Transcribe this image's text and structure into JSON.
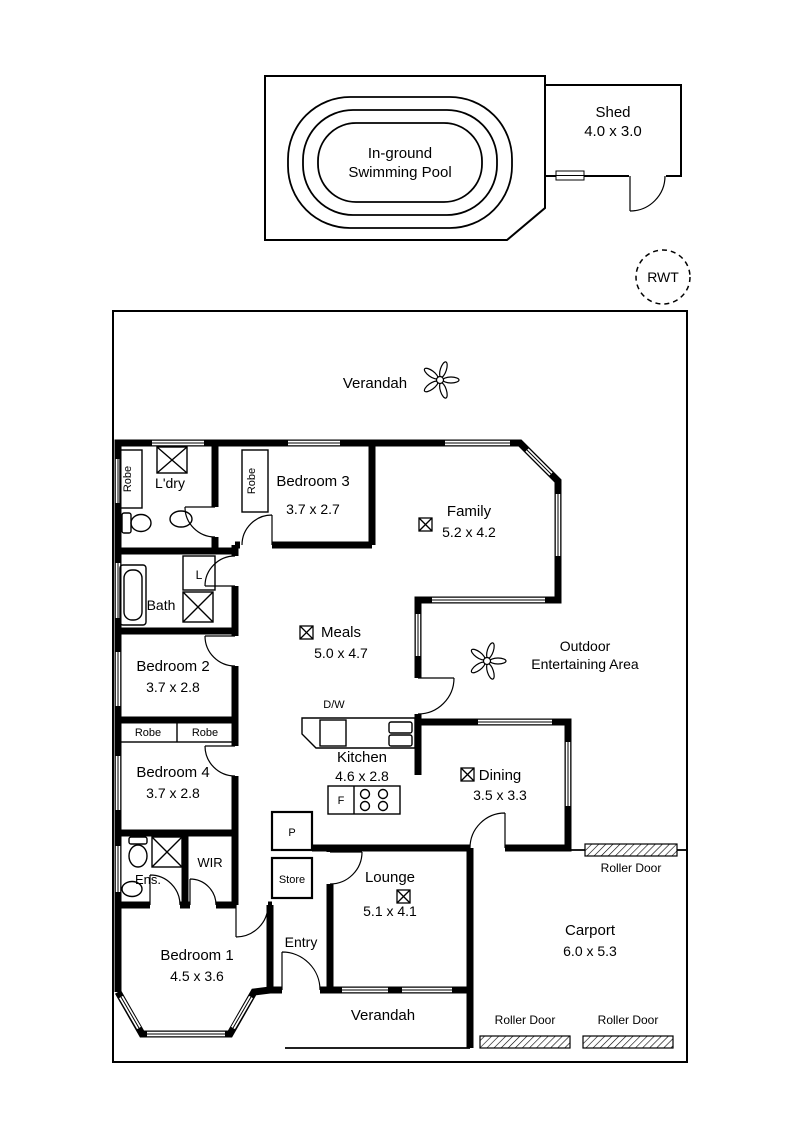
{
  "pool": {
    "line1": "In-ground",
    "line2": "Swimming Pool"
  },
  "shed": {
    "name": "Shed",
    "size": "4.0 x 3.0"
  },
  "rwt": "RWT",
  "verandah": "Verandah",
  "labels": {
    "ldry": "L'dry",
    "robe": "Robe",
    "linen": "L",
    "bath": "Bath",
    "dw": "D/W",
    "fridge": "F",
    "pantry": "P",
    "ens": "Ens.",
    "wir": "WIR",
    "store": "Store",
    "entry": "Entry",
    "roller_door": "Roller Door",
    "outdoor1": "Outdoor",
    "outdoor2": "Entertaining Area"
  },
  "rooms": {
    "bedroom3": {
      "name": "Bedroom 3",
      "size": "3.7 x 2.7"
    },
    "family": {
      "name": "Family",
      "size": "5.2 x 4.2"
    },
    "bedroom2": {
      "name": "Bedroom 2",
      "size": "3.7 x 2.8"
    },
    "meals": {
      "name": "Meals",
      "size": "5.0 x 4.7"
    },
    "bedroom4": {
      "name": "Bedroom 4",
      "size": "3.7 x 2.8"
    },
    "kitchen": {
      "name": "Kitchen",
      "size": "4.6 x 2.8"
    },
    "dining": {
      "name": "Dining",
      "size": "3.5 x 3.3"
    },
    "lounge": {
      "name": "Lounge",
      "size": "5.1 x 4.1"
    },
    "bedroom1": {
      "name": "Bedroom 1",
      "size": "4.5 x 3.6"
    },
    "carport": {
      "name": "Carport",
      "size": "6.0 x 5.3"
    }
  }
}
